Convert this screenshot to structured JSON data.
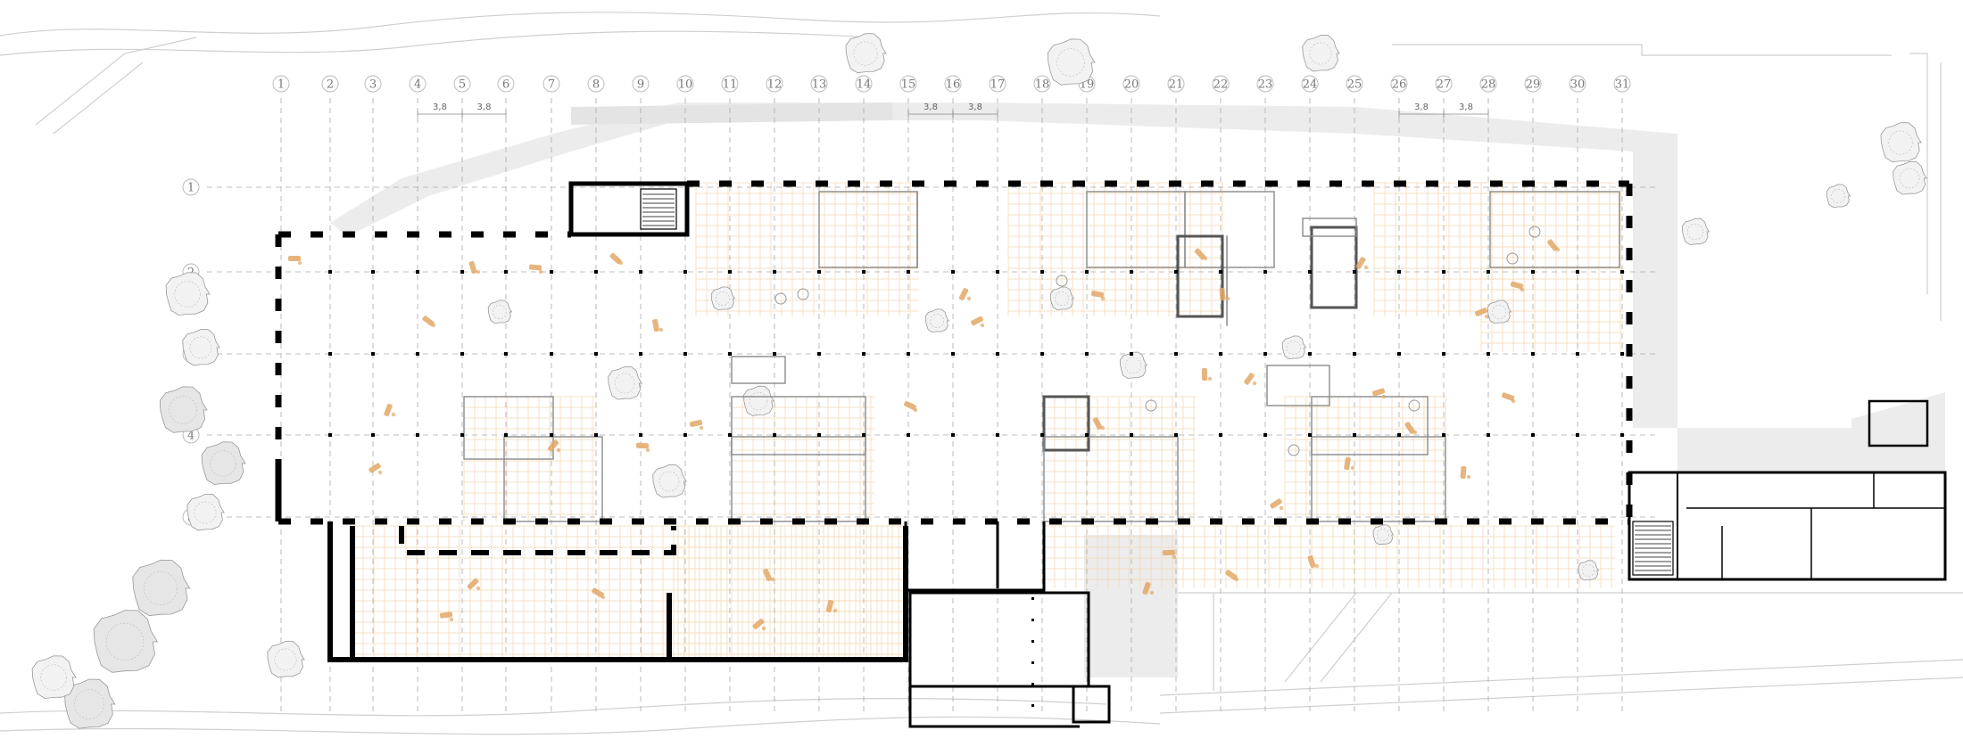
{
  "column_axes": [
    "1",
    "2",
    "3",
    "4",
    "5",
    "6",
    "7",
    "8",
    "9",
    "10",
    "11",
    "12",
    "13",
    "14",
    "15",
    "16",
    "17",
    "18",
    "19",
    "20",
    "21",
    "22",
    "23",
    "24",
    "25",
    "26",
    "27",
    "28",
    "29",
    "30",
    "31"
  ],
  "row_axes": [
    "1",
    "2",
    "3",
    "4",
    "5"
  ],
  "dimensions": [
    "3,8",
    "3,8",
    "3,8",
    "3,8",
    "3,8",
    "3,8"
  ],
  "colors": {
    "wall": "#000000",
    "context": "#c8c8c8",
    "shade": "#ececec",
    "grid": "#aaaaaa",
    "furniture": "#e3a766",
    "paving": "#f3d9b6",
    "tree": "#8a8a8a"
  }
}
